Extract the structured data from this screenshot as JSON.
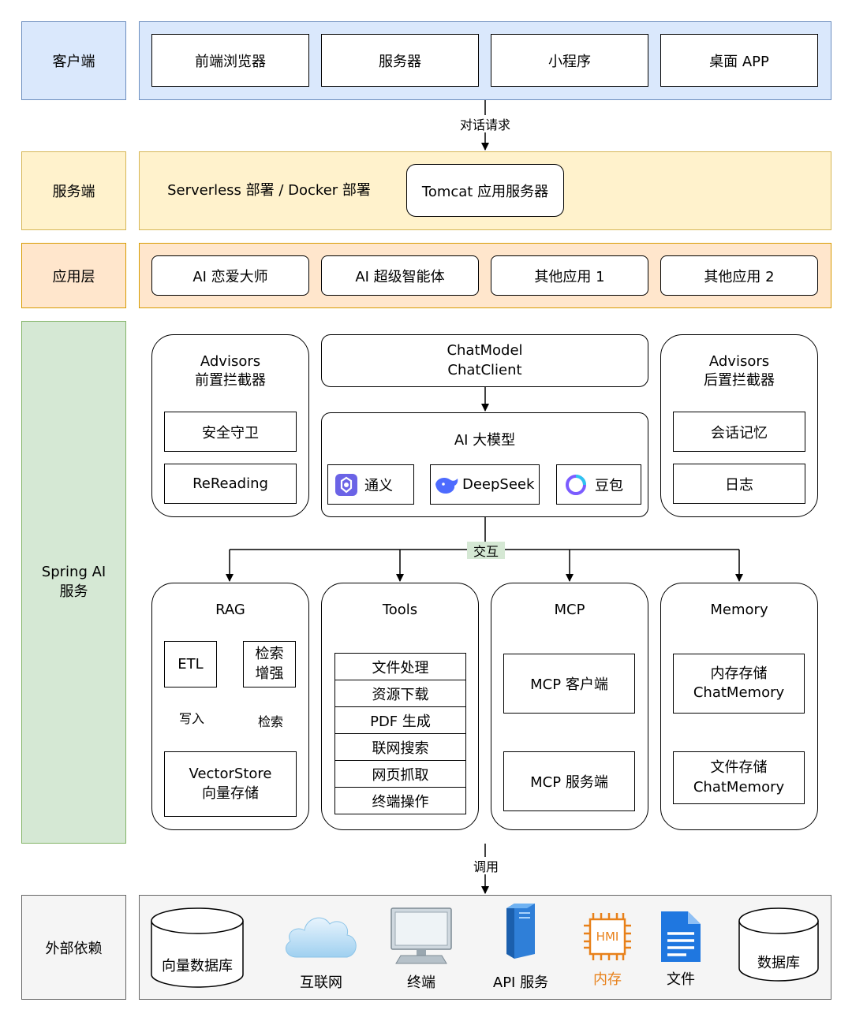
{
  "colors": {
    "client_fill": "#dae8fc",
    "client_border": "#6c8ebf",
    "server_fill": "#fff2cc",
    "server_border": "#d6b656",
    "app_fill": "#ffe6cc",
    "app_border": "#d79b00",
    "spring_fill": "#d5e8d4",
    "spring_border": "#82b366",
    "ext_fill": "#f5f5f5",
    "ext_border": "#666666"
  },
  "lanes": {
    "client": "客户端",
    "server": "服务端",
    "app": "应用层",
    "spring": "Spring AI\n服务",
    "external": "外部依赖"
  },
  "client": {
    "items": [
      "前端浏览器",
      "服务器",
      "小程序",
      "桌面 APP"
    ]
  },
  "edges": {
    "chat_request": "对话请求",
    "interact": "交互",
    "invoke": "调用",
    "write": "写入",
    "retrieve": "检索"
  },
  "server": {
    "deploy": "Serverless 部署 / Docker 部署",
    "tomcat": "Tomcat 应用服务器"
  },
  "app": {
    "items": [
      "AI 恋爱大师",
      "AI 超级智能体",
      "其他应用 1",
      "其他应用 2"
    ]
  },
  "spring": {
    "pre_advisors": {
      "title": "Advisors\n前置拦截器",
      "items": [
        "安全守卫",
        "ReReading"
      ]
    },
    "chat": {
      "title": "ChatModel\nChatClient"
    },
    "llm": {
      "title": "AI 大模型",
      "models": [
        "通义",
        "DeepSeek",
        "豆包"
      ]
    },
    "post_advisors": {
      "title": "Advisors\n后置拦截器",
      "items": [
        "会话记忆",
        "日志"
      ]
    },
    "rag": {
      "title": "RAG",
      "etl": "ETL",
      "enhance": "检索\n增强",
      "store": "VectorStore\n向量存储"
    },
    "tools": {
      "title": "Tools",
      "items": [
        "文件处理",
        "资源下载",
        "PDF 生成",
        "联网搜索",
        "网页抓取",
        "终端操作"
      ]
    },
    "mcp": {
      "title": "MCP",
      "client": "MCP 客户端",
      "server": "MCP 服务端"
    },
    "memory": {
      "title": "Memory",
      "items": [
        "内存存储\nChatMemory",
        "文件存储\nChatMemory"
      ]
    }
  },
  "external": {
    "vector_db": "向量数据库",
    "internet": "互联网",
    "terminal": "终端",
    "api": "API 服务",
    "memory": "内存",
    "chip_text": "HMI",
    "file": "文件",
    "db": "数据库"
  }
}
